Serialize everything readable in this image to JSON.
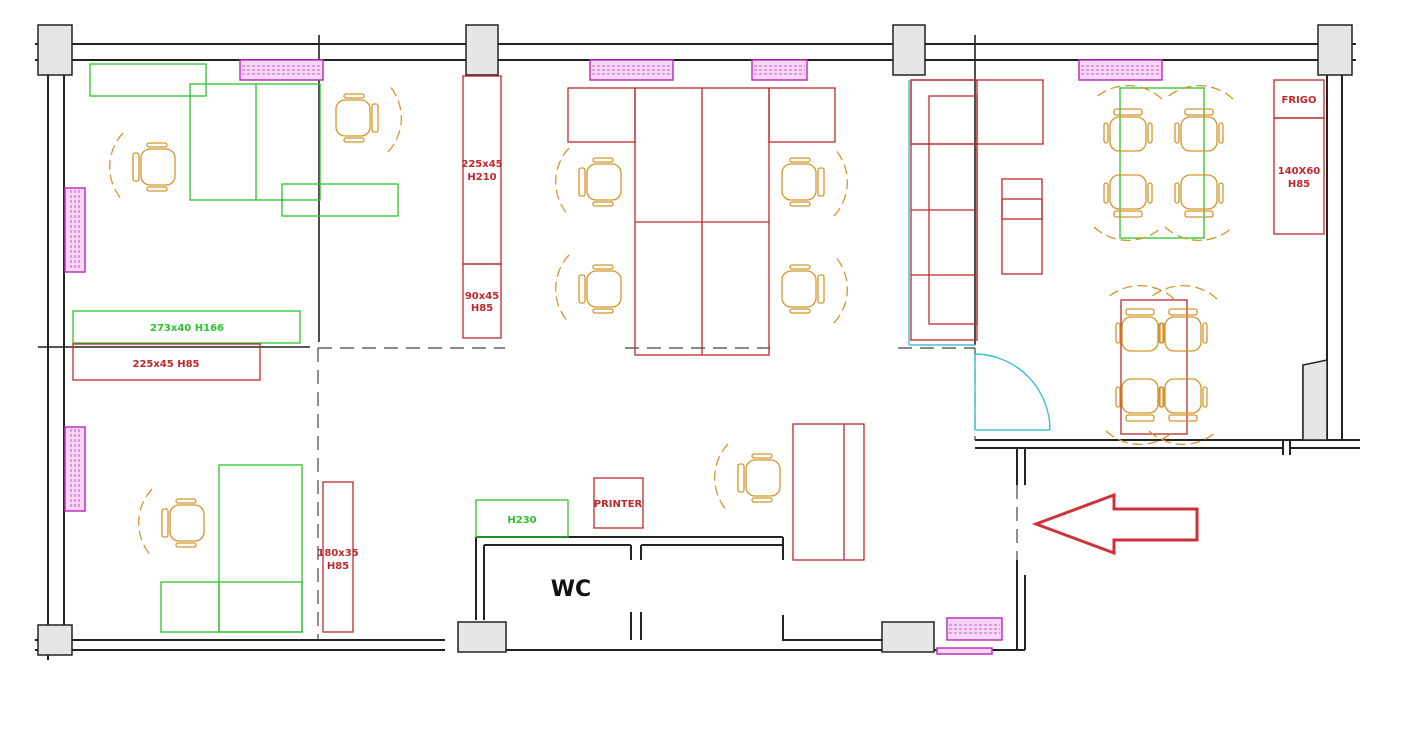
{
  "colors": {
    "wall": "#222222",
    "column_fill": "#e6e6e6",
    "furniture_red": "#c0282b",
    "furniture_green": "#2bc42b",
    "chair_orange": "#d4962c",
    "radiator_magenta": "#c030c0",
    "door_cyan": "#40c0d0",
    "arrow_red": "#d0303a"
  },
  "labels": {
    "cabinet_tall": [
      "225x45",
      "H210"
    ],
    "cabinet_low": [
      "90x45",
      "H85"
    ],
    "shelf_green": "273x40 H166",
    "cabinet_225": "225x45 H85",
    "cabinet_180": [
      "180x35",
      "H85"
    ],
    "printer": "PRINTER",
    "shelf_h230": "H230",
    "wc": "WC",
    "frigo": "FRIGO",
    "fridge_cabinet": [
      "140X60",
      "H85"
    ]
  },
  "icons": {
    "entrance": "entrance-arrow-icon",
    "chair": "office-chair-icon",
    "radiator": "radiator-icon"
  }
}
